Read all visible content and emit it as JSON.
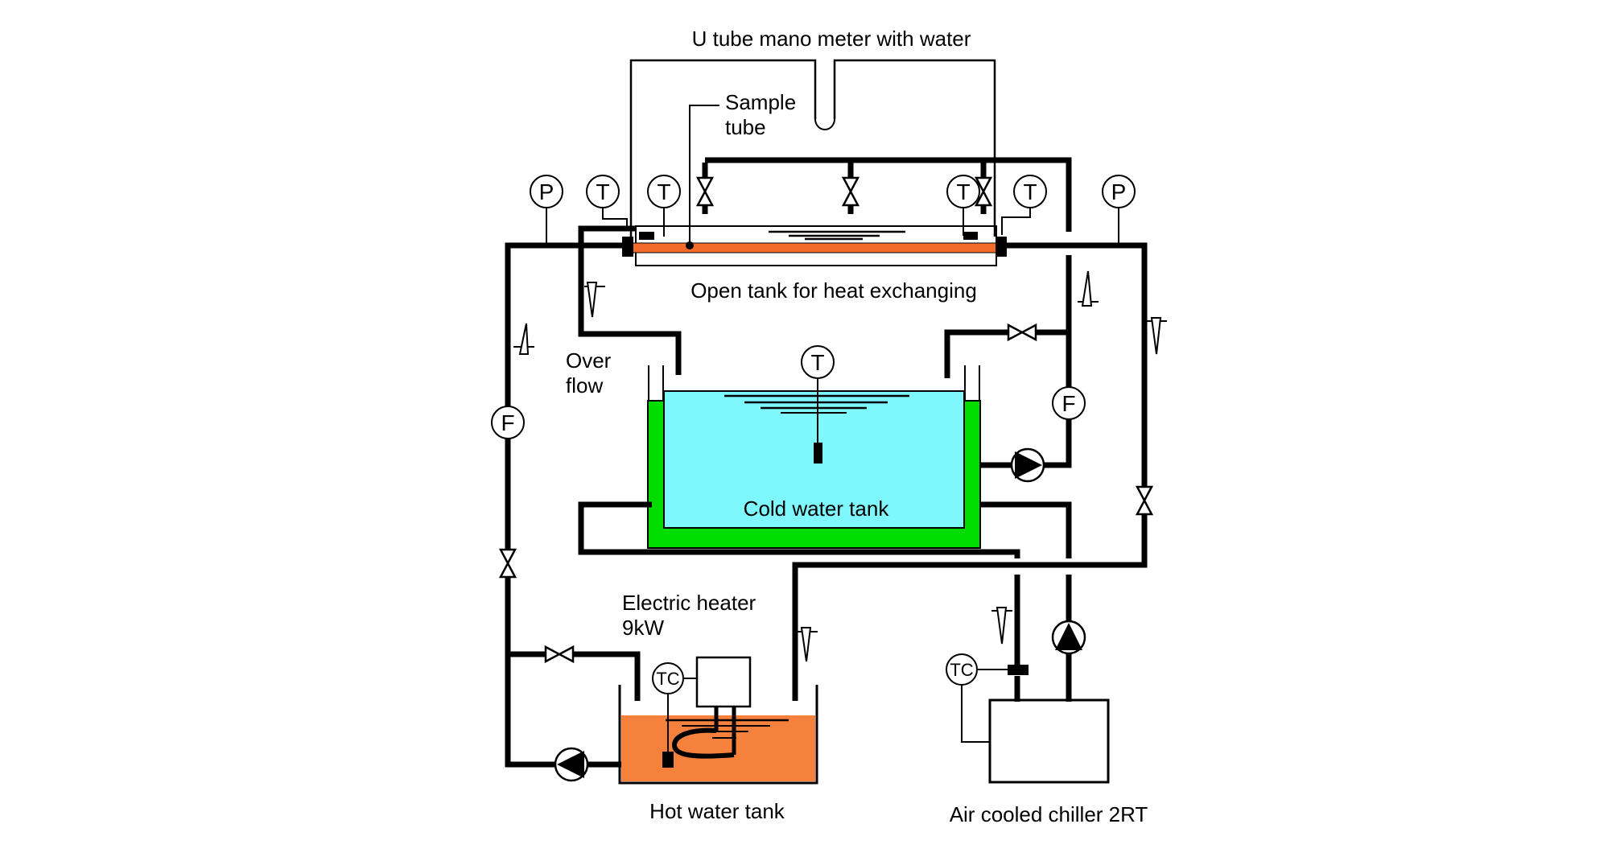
{
  "title": "U tube mano meter with water",
  "labels": {
    "sample_tube_line1": "Sample",
    "sample_tube_line2": "tube",
    "open_tank": "Open tank for heat exchanging",
    "overflow_line1": "Over",
    "overflow_line2": "flow",
    "electric_heater_line1": "Electric heater",
    "electric_heater_line2": "9kW",
    "cold_tank": "Cold water tank",
    "hot_tank": "Hot water tank",
    "chiller": "Air cooled chiller 2RT"
  },
  "instruments": {
    "pressure_inlet": "P",
    "temp_inlet": "T",
    "temp_tank_left": "T",
    "temp_tank_right": "T",
    "temp_outlet": "T",
    "pressure_outlet": "P",
    "temp_cold_tank": "T",
    "flow_hot": "F",
    "flow_cold": "F",
    "tc_heater": "TC",
    "tc_chiller": "TC"
  },
  "colors": {
    "water": "#7EF8FC",
    "hot_water": "#F5813D",
    "sample_tube": "#F26B2B",
    "tank_green": "#00DC00",
    "line": "#000000"
  }
}
